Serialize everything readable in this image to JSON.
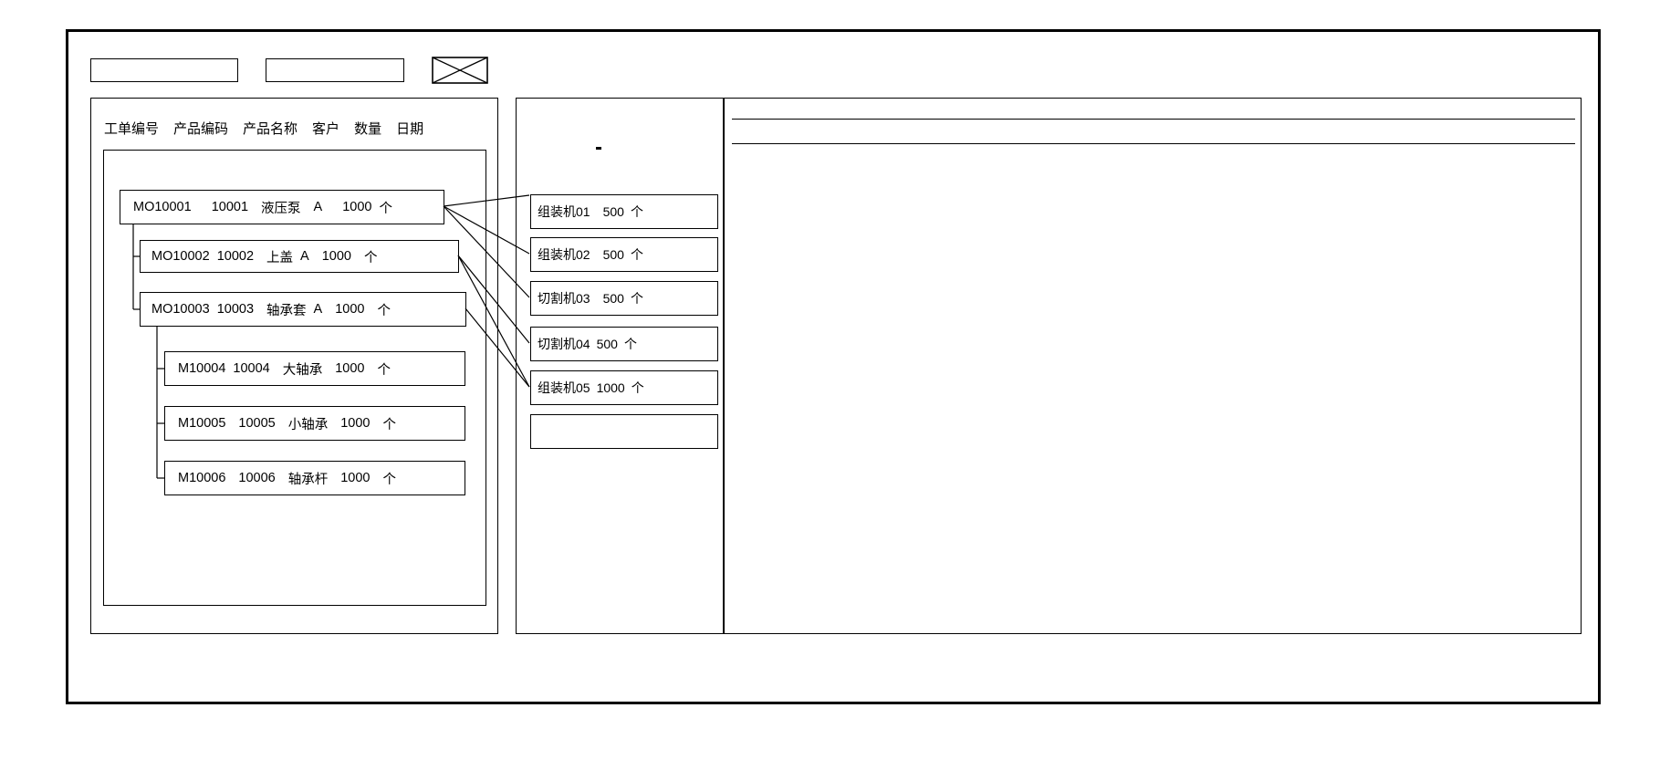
{
  "window": {
    "title": ""
  },
  "toolbar": {
    "field_1_value": "",
    "field_1_placeholder": "",
    "field_2_value": "",
    "field_2_placeholder": "",
    "image_icon_name": "image-placeholder-icon"
  },
  "left_panel": {
    "name": "work-order-tree-panel",
    "headers": [
      "工单编号",
      "产品编码",
      "产品名称",
      "客户",
      "数量",
      "日期"
    ],
    "rows": [
      {
        "order_no": "MO10001",
        "product_code": "10001",
        "product_name": "液压泵",
        "customer": "A",
        "quantity": "1000",
        "unit": "个",
        "date": "",
        "level": 0
      },
      {
        "order_no": "MO10002",
        "product_code": "10002",
        "product_name": "上盖",
        "customer": "A",
        "quantity": "1000",
        "unit": "个",
        "date": "",
        "level": 1
      },
      {
        "order_no": "MO10003",
        "product_code": "10003",
        "product_name": "轴承套",
        "customer": "A",
        "quantity": "1000",
        "unit": "个",
        "date": "",
        "level": 1
      },
      {
        "order_no": "M10004",
        "product_code": "10004",
        "product_name": "大轴承",
        "customer": "",
        "quantity": "1000",
        "unit": "个",
        "date": "",
        "level": 2
      },
      {
        "order_no": "M10005",
        "product_code": "10005",
        "product_name": "小轴承",
        "customer": "",
        "quantity": "1000",
        "unit": "个",
        "date": "",
        "level": 2
      },
      {
        "order_no": "M10006",
        "product_code": "10006",
        "product_name": "轴承杆",
        "customer": "",
        "quantity": "1000",
        "unit": "个",
        "date": "",
        "level": 2
      }
    ]
  },
  "middle_panel": {
    "name": "machine-schedule-panel",
    "machines": [
      {
        "machine": "组装机01",
        "quantity": "500",
        "unit": "个"
      },
      {
        "machine": "组装机02",
        "quantity": "500",
        "unit": "个"
      },
      {
        "machine": "切割机03",
        "quantity": "500",
        "unit": "个"
      },
      {
        "machine": "切割机04",
        "quantity": "500",
        "unit": "个"
      },
      {
        "machine": "组装机05",
        "quantity": "1000",
        "unit": "个"
      },
      {
        "machine": "",
        "quantity": "",
        "unit": ""
      }
    ]
  },
  "right_panel": {
    "name": "detail-panel",
    "header_text": "",
    "body_text": ""
  },
  "colors": {
    "stroke": "#000000",
    "background": "#ffffff"
  }
}
